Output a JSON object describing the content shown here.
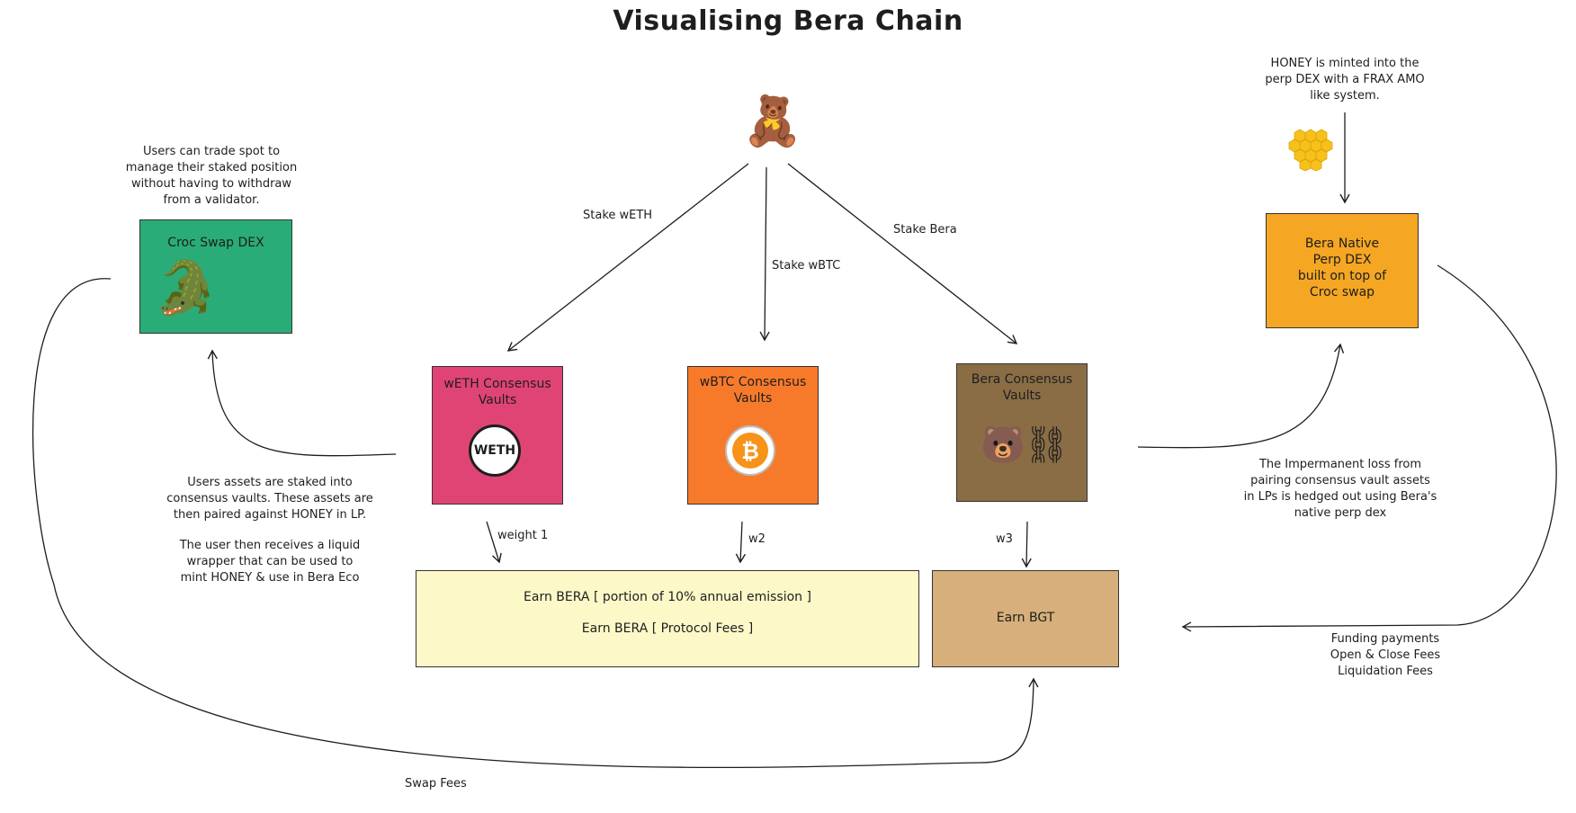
{
  "title": "Visualising Bera Chain",
  "notes": {
    "croc_desc": "Users can trade spot to\nmanage their staked position\nwithout having to withdraw\nfrom a validator.",
    "honey_desc": "HONEY is minted into the\nperp DEX with a FRAX AMO\nlike system.",
    "users_assets": "Users assets are staked into\nconsensus vaults. These assets are\nthen paired against HONEY in LP.",
    "liquid_wrapper": "The user then receives a liquid\nwrapper that can be used to\nmint HONEY & use in Bera Eco",
    "impermanent": "The Impermanent loss from\npairing consensus vault assets\nin LPs is hedged out using Bera's\nnative perp dex",
    "perp_fees": "Funding payments\nOpen & Close Fees\nLiquidation Fees"
  },
  "labels": {
    "stake_weth": "Stake wETH",
    "stake_wbtc": "Stake wBTC",
    "stake_bera": "Stake Bera",
    "weight1": "weight 1",
    "w2": "w2",
    "w3": "w3",
    "swap_fees": "Swap Fees"
  },
  "boxes": {
    "croc": {
      "title": "Croc Swap DEX",
      "color": "#2aac78"
    },
    "perp": {
      "title": "Bera Native\nPerp DEX\nbuilt on top of\nCroc swap",
      "color": "#f5a623"
    },
    "weth": {
      "title": "wETH Consensus\nVaults",
      "logo": "WETH",
      "color": "#e04475"
    },
    "wbtc": {
      "title": "wBTC Consensus\nVaults",
      "color": "#f77a2b"
    },
    "bera": {
      "title": "Bera Consensus\nVaults",
      "color": "#8a6d45"
    },
    "earn_bera": {
      "line1": "Earn BERA [ portion of 10% annual emission ]",
      "line2": "Earn BERA [ Protocol Fees ]",
      "color": "#fdf8c8"
    },
    "earn_bgt": {
      "title": "Earn BGT",
      "color": "#d6af7a"
    }
  },
  "icons": [
    "teddy-bear-icon",
    "crocodile-icon",
    "honeycomb-icon",
    "weth-logo-icon",
    "bitcoin-logo-icon",
    "bear-face-icon",
    "chain-icon"
  ]
}
